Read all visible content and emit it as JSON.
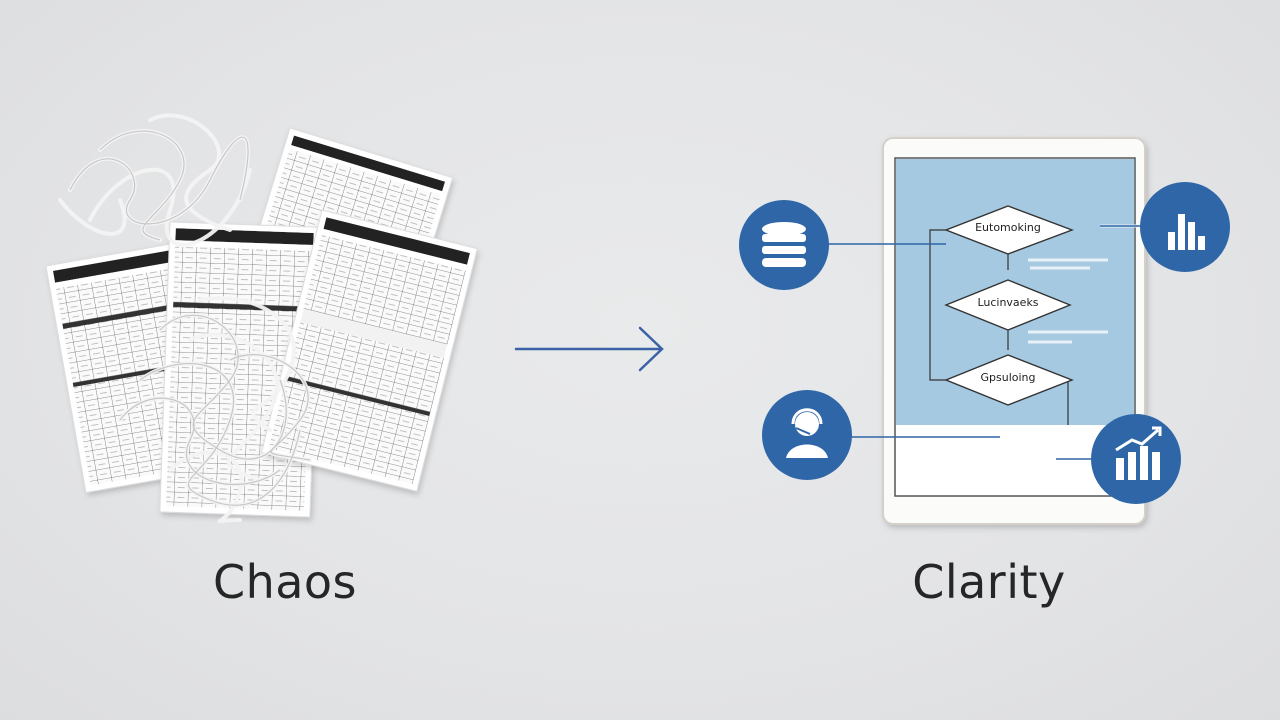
{
  "left": {
    "caption": "Chaos"
  },
  "right": {
    "caption": "Clarity",
    "steps": [
      "Eutomoking",
      "Lucinvaeks",
      "Gpsuloing"
    ]
  },
  "icons": {
    "left_top": "database-icon",
    "left_bottom": "person-headset-icon",
    "right_top": "bar-chart-icon",
    "right_bottom": "growth-chart-icon",
    "arrow": "arrow-right-icon"
  },
  "colors": {
    "accent_blue": "#2f66a8",
    "panel_blue": "#a6c9e2",
    "background": "#e5e6e8",
    "text": "#262626"
  }
}
